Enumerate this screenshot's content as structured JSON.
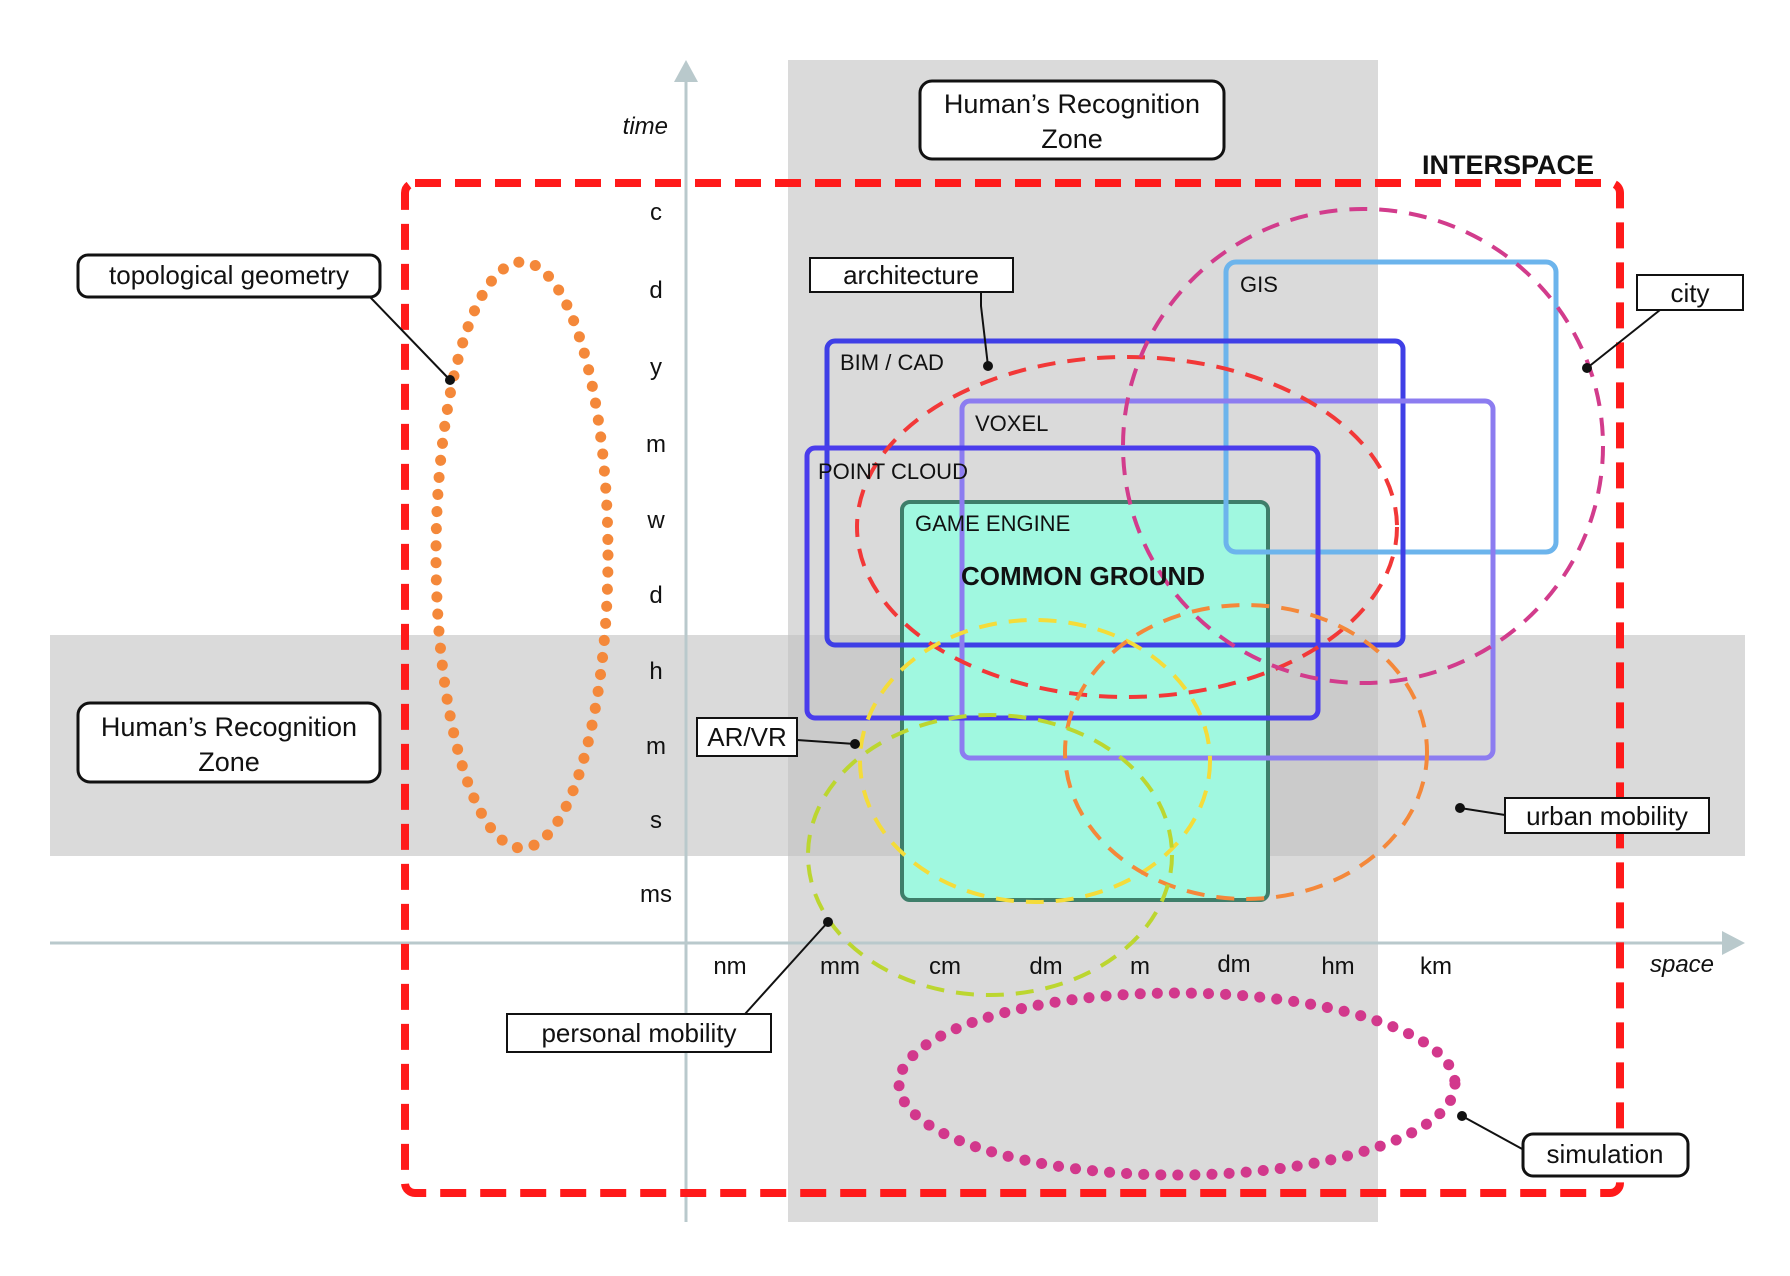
{
  "axes": {
    "time_label": "time",
    "space_label": "space",
    "time_ticks": [
      "c",
      "d",
      "y",
      "m",
      "w",
      "d",
      "h",
      "m",
      "s",
      "ms"
    ],
    "space_ticks": [
      "nm",
      "mm",
      "cm",
      "dm",
      "m",
      "dm",
      "hm",
      "km"
    ]
  },
  "zones": {
    "top_label_line1": "Human’s Recognition",
    "top_label_line2": "Zone",
    "left_label_line1": "Human’s Recognition",
    "left_label_line2": "Zone"
  },
  "interspace": {
    "label": "INTERSPACE",
    "color": "#ff1a1a"
  },
  "boxes": {
    "gis": {
      "label": "GIS",
      "color": "#6cb4ec"
    },
    "bim": {
      "label": "BIM / CAD",
      "color": "#3f3fe6"
    },
    "voxel": {
      "label": "VOXEL",
      "color": "#8c7cf0"
    },
    "point_cloud": {
      "label": "POINT CLOUD",
      "color": "#4a3cec"
    },
    "game_engine": {
      "label": "GAME ENGINE",
      "color": "#3e7e6a",
      "fill": "#a0f8e0"
    }
  },
  "common_ground": "COMMON GROUND",
  "callouts": {
    "topological_geometry": "topological geometry",
    "architecture": "architecture",
    "city": "city",
    "ar_vr": "AR/VR",
    "urban_mobility": "urban mobility",
    "personal_mobility": "personal mobility",
    "simulation": "simulation"
  },
  "colors": {
    "zone_gray": "#dadada",
    "axis": "#b9c9cc",
    "topological": "#f4883a",
    "architecture": "#f23838",
    "city": "#d23c8c",
    "ar_vr": "#f4dc3a",
    "urban_mobility": "#f4883a",
    "personal_mobility": "#bcd630",
    "simulation": "#d2388c"
  }
}
